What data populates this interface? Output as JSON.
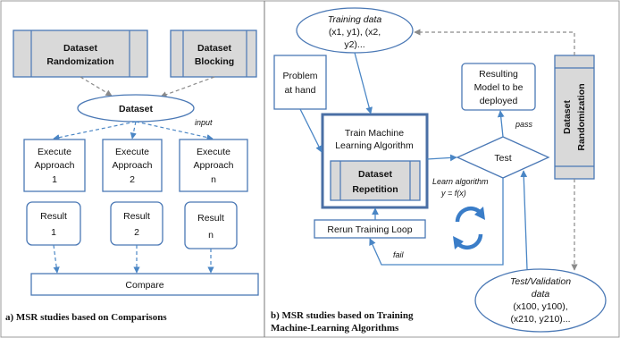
{
  "panel_a": {
    "dataset_randomization": [
      "Dataset",
      "Randomization"
    ],
    "dataset_blocking": [
      "Dataset",
      "Blocking"
    ],
    "dataset": "Dataset",
    "input_label": "input",
    "approach1": [
      "Execute",
      "Approach",
      "1"
    ],
    "approach2": [
      "Execute",
      "Approach",
      "2"
    ],
    "approachn": [
      "Execute",
      "Approach",
      "n"
    ],
    "result1": [
      "Result",
      "1"
    ],
    "result2": [
      "Result",
      "2"
    ],
    "resultn": [
      "Result",
      "n"
    ],
    "compare": "Compare",
    "caption": "a) MSR studies based on Comparisons"
  },
  "panel_b": {
    "training_data": [
      "Training data",
      "(x1, y1), (x2,",
      "y2)..."
    ],
    "problem": [
      "Problem",
      "at hand"
    ],
    "train_algorithm": [
      "Train Machine",
      "Learning Algorithm"
    ],
    "dataset_repetition": [
      "Dataset",
      "Repetition"
    ],
    "resulting_model": [
      "Resulting",
      "Model to be",
      "deployed"
    ],
    "test": "Test",
    "pass_label": "pass",
    "fail_label": "fail",
    "learn_algorithm": [
      "Learn algorithm",
      "y = f(x)"
    ],
    "dataset_randomization": [
      "Dataset",
      "Randomization"
    ],
    "rerun_loop": "Rerun Training Loop",
    "test_validation": [
      "Test/Validation",
      "data",
      "(x100, y100),",
      "(x210, y210)..."
    ],
    "caption": [
      "b) MSR studies based on Training",
      "Machine-Learning Algorithms"
    ]
  },
  "colors": {
    "stroke": "#4a78b5",
    "arrow": "#4a86c5",
    "shaded": "#d9d9d9",
    "dashed_gray": "#8a8a8a"
  }
}
